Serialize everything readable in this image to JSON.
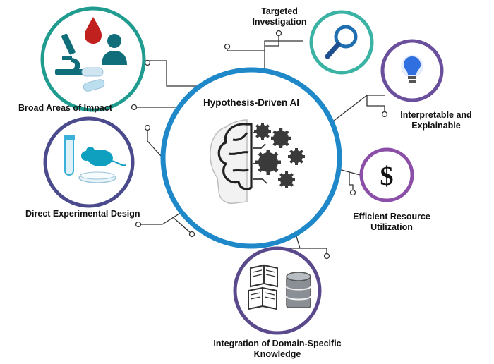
{
  "center": {
    "title": "Hypothesis-Driven AI"
  },
  "nodes": [
    {
      "id": "broad-areas",
      "lines": [
        "Broad Areas of Impact"
      ],
      "ring_color": "#1f9c8f"
    },
    {
      "id": "targeted",
      "lines": [
        "Targeted",
        "Investigation"
      ],
      "ring_color": "#3bb3a4"
    },
    {
      "id": "interpretable",
      "lines": [
        "Interpretable and",
        "Explainable"
      ],
      "ring_color": "#6a4f9c"
    },
    {
      "id": "efficient",
      "lines": [
        "Efficient Resource",
        "Utilization"
      ],
      "ring_color": "#8c4fa8"
    },
    {
      "id": "integration",
      "lines": [
        "Integration of Domain-Specific",
        "Knowledge"
      ],
      "ring_color": "#5a4a8c"
    },
    {
      "id": "experimental",
      "lines": [
        "Direct Experimental Design"
      ],
      "ring_color": "#4a4a8c"
    }
  ],
  "colors": {
    "center_ring": "#1e88c8",
    "connector": "#333333",
    "icon_teal": "#0f6e7a",
    "icon_dark": "#2b3340",
    "blood_red": "#c0201e",
    "bulb_blue": "#2f6fe0",
    "gear": "#3a3a3a"
  },
  "icons": {
    "broad-areas": [
      "microscope-icon",
      "blood-drop-icon",
      "person-icon",
      "pill-icon"
    ],
    "targeted": [
      "magnifier-icon"
    ],
    "interpretable": [
      "lightbulb-icon"
    ],
    "efficient": [
      "dollar-icon"
    ],
    "integration": [
      "book-icon",
      "database-icon"
    ],
    "experimental": [
      "test-tube-icon",
      "mouse-icon",
      "petri-dish-icon"
    ],
    "center": [
      "brain-gears-icon"
    ]
  }
}
